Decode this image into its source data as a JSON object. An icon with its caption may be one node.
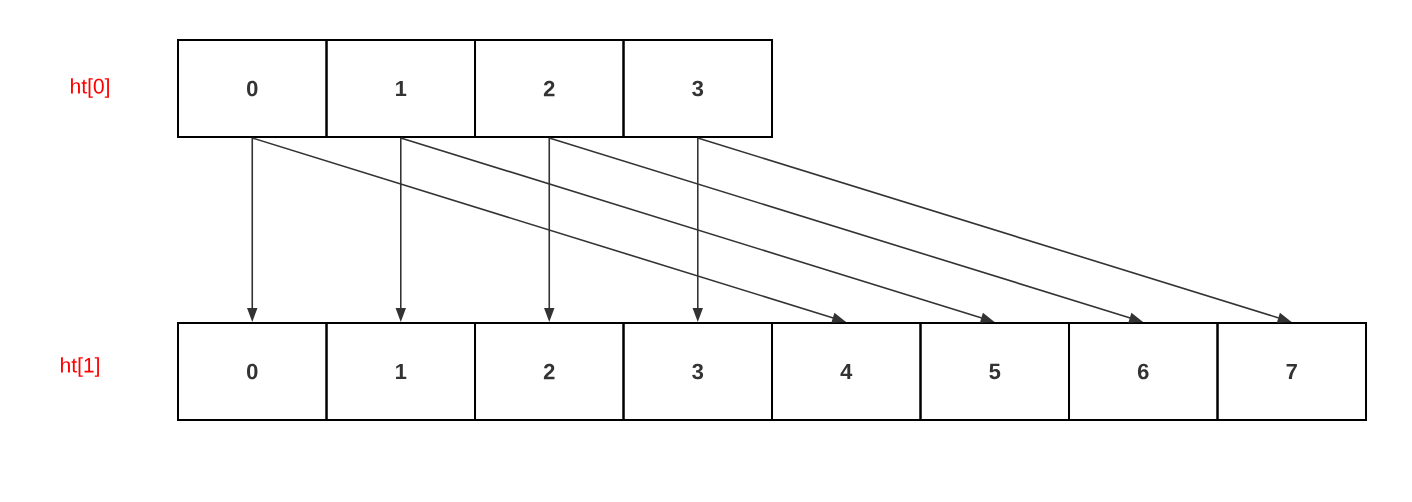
{
  "diagram": {
    "nodes": [
      {
        "text": [
          "0"
        ]
      },
      {
        "text": [
          "1"
        ]
      },
      {
        "text": [
          "2"
        ]
      },
      {
        "text": [
          "3"
        ]
      },
      {
        "text": [
          "0"
        ]
      },
      {
        "text": [
          "1"
        ]
      },
      {
        "text": [
          "2"
        ]
      },
      {
        "text": [
          "3"
        ]
      },
      {
        "text": [
          "4"
        ]
      },
      {
        "text": [
          "5"
        ]
      },
      {
        "text": [
          "6"
        ]
      },
      {
        "text": [
          "7"
        ]
      }
    ],
    "edges": [
      {
        "from": 0,
        "to": 4,
        "arrow": "to"
      },
      {
        "from": 0,
        "to": 8,
        "arrow": "to"
      },
      {
        "from": 1,
        "to": 5,
        "arrow": "to"
      },
      {
        "from": 1,
        "to": 9,
        "arrow": "to"
      },
      {
        "from": 2,
        "to": 6,
        "arrow": "to"
      },
      {
        "from": 2,
        "to": 10,
        "arrow": "to"
      },
      {
        "from": 3,
        "to": 7,
        "arrow": "to"
      },
      {
        "from": 3,
        "to": 11,
        "arrow": "to"
      }
    ],
    "labels": [
      "ht[0]",
      "ht[1]"
    ]
  }
}
